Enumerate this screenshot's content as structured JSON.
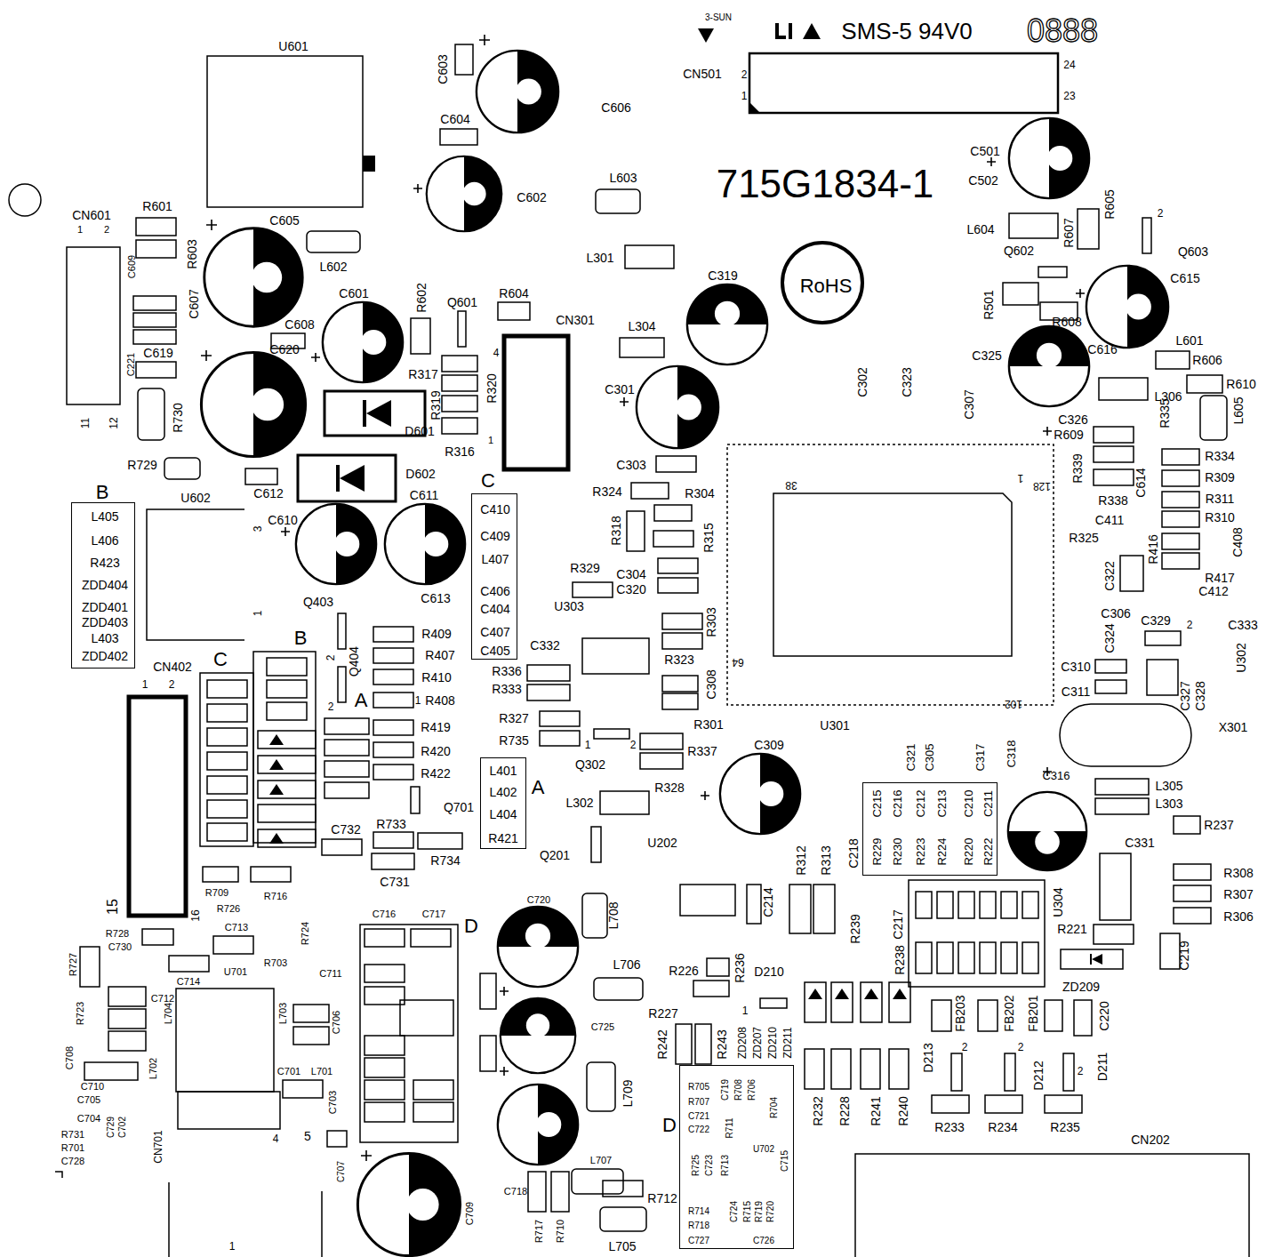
{
  "diagram": {
    "nodes": [
      {
        "text": [
          "B",
          "L405",
          "L406",
          "R423",
          "ZDD404",
          "ZDD401",
          "ZDD403",
          "L403",
          "ZDD402"
        ]
      },
      {
        "text": [
          "C",
          "C410",
          "C409",
          "L407",
          "C406",
          "C404",
          "C407",
          "C405"
        ]
      },
      {
        "text": [
          "A",
          "L401",
          "L402",
          "L404",
          "R421"
        ]
      },
      {
        "text": [
          "D",
          "R705",
          "R707",
          "C721",
          "C722",
          "C719",
          "R708",
          "R706",
          "R711",
          "R704",
          "U702",
          "R725",
          "C723",
          "R713",
          "C715",
          "R714",
          "R718",
          "C727",
          "C724",
          "R715",
          "R719",
          "R720",
          "C726"
        ]
      },
      {
        "text": [
          "C215",
          "C216",
          "C212",
          "C213",
          "C210",
          "C211",
          "R229",
          "R230",
          "R223",
          "R224",
          "R220",
          "R222"
        ]
      },
      {
        "text": [
          "RoHS"
        ]
      }
    ],
    "labels": [
      "U601",
      "C603",
      "C606",
      "C604",
      "C602",
      "L603",
      "3-SUN",
      "SMS-5 94V0",
      "0888",
      "CN501",
      "2",
      "1",
      "24",
      "23",
      "715G1834-1",
      "C501",
      "C502",
      "R605",
      "L604",
      "R607",
      "2",
      "Q603",
      "Q602",
      "R501",
      "C615",
      "R608",
      "L601",
      "C325",
      "C616",
      "R606",
      "R610",
      "L306",
      "R335",
      "L605",
      "C326",
      "R609",
      "R339",
      "R334",
      "R309",
      "R311",
      "R338",
      "C614",
      "R310",
      "C411",
      "R325",
      "R416",
      "C408",
      "C322",
      "R417",
      "C412",
      "C324",
      "C306",
      "C329",
      "2",
      "C333",
      "U302",
      "C310",
      "C311",
      "C327",
      "C328",
      "X301",
      "L301",
      "C319",
      "L304",
      "C302",
      "C323",
      "C307",
      "C301",
      "C303",
      "R324",
      "R304",
      "R318",
      "R315",
      "R329",
      "C304",
      "C320",
      "U303",
      "R303",
      "C332",
      "R323",
      "R336",
      "R333",
      "C308",
      "R327",
      "R735",
      "R301",
      "1",
      "2",
      "Q302",
      "R337",
      "R328",
      "C309",
      "L302",
      "U202",
      "Q201",
      "U301",
      "38",
      "1",
      "128",
      "64",
      "102",
      "C321",
      "C305",
      "C317",
      "C318",
      "C316",
      "L305",
      "L303",
      "C331",
      "R237",
      "R308",
      "R307",
      "R306",
      "U304",
      "R221",
      "C219",
      "ZD209",
      "C214",
      "R312",
      "R313",
      "C218",
      "C217",
      "R239",
      "R238",
      "D210",
      "R226",
      "R236",
      "R227",
      "1",
      "R242",
      "R243",
      "ZD208",
      "ZD207",
      "ZD210",
      "ZD211",
      "FB203",
      "FB202",
      "FB201",
      "C220",
      "D213",
      "2",
      "D212",
      "2",
      "D211",
      "2",
      "R232",
      "R228",
      "R241",
      "R240",
      "R233",
      "R234",
      "R235",
      "CN202",
      "CN601",
      "1",
      "2",
      "R601",
      "R603",
      "C605",
      "L602",
      "C609",
      "C607",
      "C601",
      "C608",
      "R602",
      "Q601",
      "R604",
      "CN301",
      "C221",
      "C619",
      "C620",
      "R317",
      "4",
      "R320",
      "R319",
      "D601",
      "R316",
      "1",
      "11",
      "12",
      "R730",
      "R729",
      "U602",
      "C612",
      "D602",
      "C610",
      "C611",
      "3",
      "1",
      "Q403",
      "C613",
      "R409",
      "R407",
      "R410",
      "1",
      "R408",
      "B",
      "2",
      "Q404",
      "2",
      "A",
      "C",
      "CN402",
      "1",
      "2",
      "R419",
      "R420",
      "R422",
      "Q701",
      "C732",
      "R733",
      "R734",
      "C731",
      "15",
      "16",
      "R709",
      "R716",
      "R726",
      "R728",
      "C713",
      "C730",
      "R727",
      "R703",
      "R724",
      "C711",
      "C714",
      "C712",
      "R723",
      "L704",
      "U701",
      "L703",
      "C706",
      "C708",
      "L702",
      "C710",
      "C705",
      "C704",
      "C729",
      "C702",
      "C701",
      "L701",
      "C703",
      "R731",
      "R701",
      "C728",
      "CN701",
      "4",
      "5",
      "1",
      "C707",
      "C716",
      "C717",
      "D",
      "C720",
      "L708",
      "L706",
      "C725",
      "L709",
      "L707",
      "C718",
      "C709",
      "R717",
      "R710",
      "R712",
      "L705"
    ]
  }
}
